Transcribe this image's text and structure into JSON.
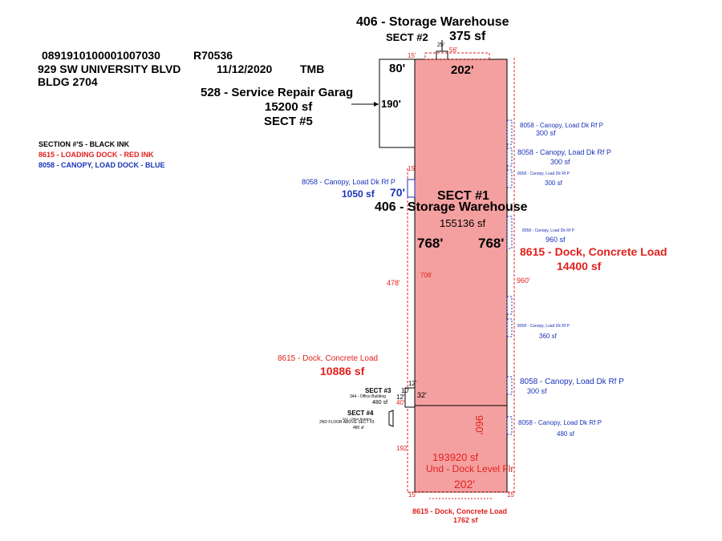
{
  "header": {
    "parcel_id": "0891910100001007030",
    "account": "R70536",
    "address": "929 SW UNIVERSITY BLVD",
    "date": "11/12/2020",
    "initials": "TMB",
    "building": "BLDG 2704"
  },
  "legend": {
    "sections": "SECTION #'S - BLACK INK",
    "loading_dock": "8615 - LOADING DOCK - RED INK",
    "canopy": "8058 - CANOPY, LOAD DOCK - BLUE"
  },
  "colors": {
    "area_fill": "#f5a0a0",
    "dock_red": "#e0211d",
    "canopy_blue": "#1a33b8",
    "outline": "#000000"
  },
  "sect2": {
    "use": "406 - Storage Warehouse",
    "label": "SECT #2",
    "area": "375 sf",
    "dim_25": "25'",
    "dim_56": "56'",
    "dim_15": "15'"
  },
  "sect5": {
    "use": "528 - Service Repair Garag",
    "area": "15200 sf",
    "label": "SECT #5",
    "dim_80": "80'",
    "dim_190": "190'"
  },
  "sect1": {
    "label": "SECT #1",
    "use": "406 - Storage Warehouse",
    "area": "155136 sf",
    "dim_left": "768'",
    "dim_right": "768'",
    "dim_top": "202'",
    "dim_15_left": "15'"
  },
  "canopy_left": {
    "label": "8058 - Canopy, Load Dk Rf P",
    "area": "1050 sf",
    "dim": "70'"
  },
  "dock_right": {
    "label": "8615 - Dock, Concrete Load",
    "area": "14400 sf",
    "dim": "960'"
  },
  "dock_left": {
    "label": "8615 - Dock, Concrete Load",
    "area": "10886 sf",
    "dim_478": "478'",
    "dim_708": "708'",
    "dim_192": "192'"
  },
  "canopies_right": [
    {
      "label": "8058 - Canopy, Load Dk Rf P",
      "area": "300 sf"
    },
    {
      "label": "8058 - Canopy, Load Dk Rf P",
      "area": "300 sf"
    },
    {
      "label": "8058 - Canopy, Load Dk Rf P",
      "area": "300 sf"
    },
    {
      "label": "8058 - Canopy, Load Dk Rf P",
      "area": "960 sf"
    },
    {
      "label": "8058 - Canopy, Load Dk Rf P",
      "area": "360 sf"
    },
    {
      "label": "8058 - Canopy, Load Dk Rf P",
      "area": "300 sf"
    },
    {
      "label": "8058 - Canopy, Load Dk Rf P",
      "area": "480 sf"
    }
  ],
  "sect3": {
    "label": "SECT #3",
    "use": "344 - Office Building",
    "area": "480 sf",
    "dim_12a": "12'",
    "dim_10": "10'",
    "dim_12b": "12'",
    "dim_40": "40'",
    "dim_32": "32'"
  },
  "sect4": {
    "label": "SECT #4",
    "use": "344 - Office Building",
    "note": "2ND FLOOR ABOVE SECT #3",
    "area": "480 sf"
  },
  "lower": {
    "area": "193920 sf",
    "use": "Und - Dock Level Flr",
    "dim_bottom": "202'",
    "dim_side": "960'",
    "dim_15a": "15'",
    "dim_15b": "15'"
  },
  "dock_bottom": {
    "label": "8615 - Dock, Concrete Load",
    "area": "1762 sf"
  }
}
